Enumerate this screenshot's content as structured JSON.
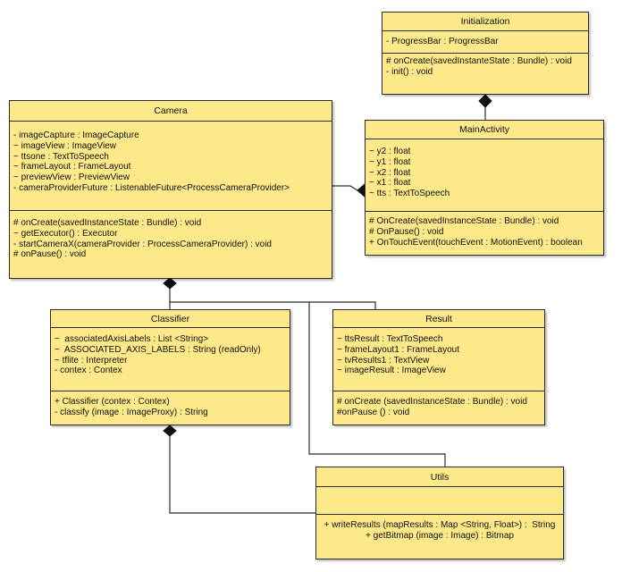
{
  "diagram": {
    "classes": {
      "initialization": {
        "name": "Initialization",
        "attributes": [
          "- ProgressBar : ProgressBar"
        ],
        "methods": [
          "# onCreate(savedInstanteState : Bundle) : void",
          "- init() : void"
        ]
      },
      "camera": {
        "name": "Camera",
        "attributes": [
          "- imageCapture : ImageCapture",
          "~ imageView : ImageView",
          "~ ttsone : TextToSpeech",
          "~ frameLayout : FrameLayout",
          "~ previewView : PreviewView",
          "- cameraProviderFuture : ListenableFuture<ProcessCameraProvider>"
        ],
        "methods": [
          "# onCreate(savedInstanceState : Bundle) : void",
          "~ getExecutor() : Executor",
          "- startCameraX(cameraProvider : ProcessCameraProvider) : void",
          "# onPause() : void"
        ]
      },
      "main_activity": {
        "name": "MainActivity",
        "attributes": [
          "~ y2 : float",
          "~ y1 : float",
          "~ x2 : float",
          "~ x1 : float",
          "~ tts : TextToSpeech"
        ],
        "methods": [
          "# OnCreate(savedInstanceState : Bundle) : void",
          "# OnPause() : void",
          "+ OnTouchEvent(touchEvent : MotionEvent) : boolean"
        ]
      },
      "classifier": {
        "name": "Classifier",
        "attributes": [
          "~  associatedAxisLabels : List <String>",
          "~  ASSOCIATED_AXIS_LABELS : String (readOnly)",
          "~ tflite : Interpreter",
          "- contex : Contex"
        ],
        "methods": [
          "+ Classifier (contex : Contex)",
          "- classify (image : ImageProxy) : String"
        ]
      },
      "result": {
        "name": "Result",
        "attributes": [
          "~ ttsResult : TextToSpeech",
          "~ frameLayout1 : FrameLayout",
          "~ tvResults1 : TextView",
          "~ imageResult : ImageView"
        ],
        "methods": [
          "# onCreate (savedInstanceState : Bundle) : void",
          "#onPause () : void"
        ]
      },
      "utils": {
        "name": "Utils",
        "attributes": [],
        "methods": [
          "+ writeResults (mapResults : Map <String, Float>) :  String",
          "+ getBitmap (image : Image) : Bitmap"
        ]
      }
    },
    "colors": {
      "class_fill": "#fde98a",
      "stroke": "#2b2b2b"
    }
  }
}
